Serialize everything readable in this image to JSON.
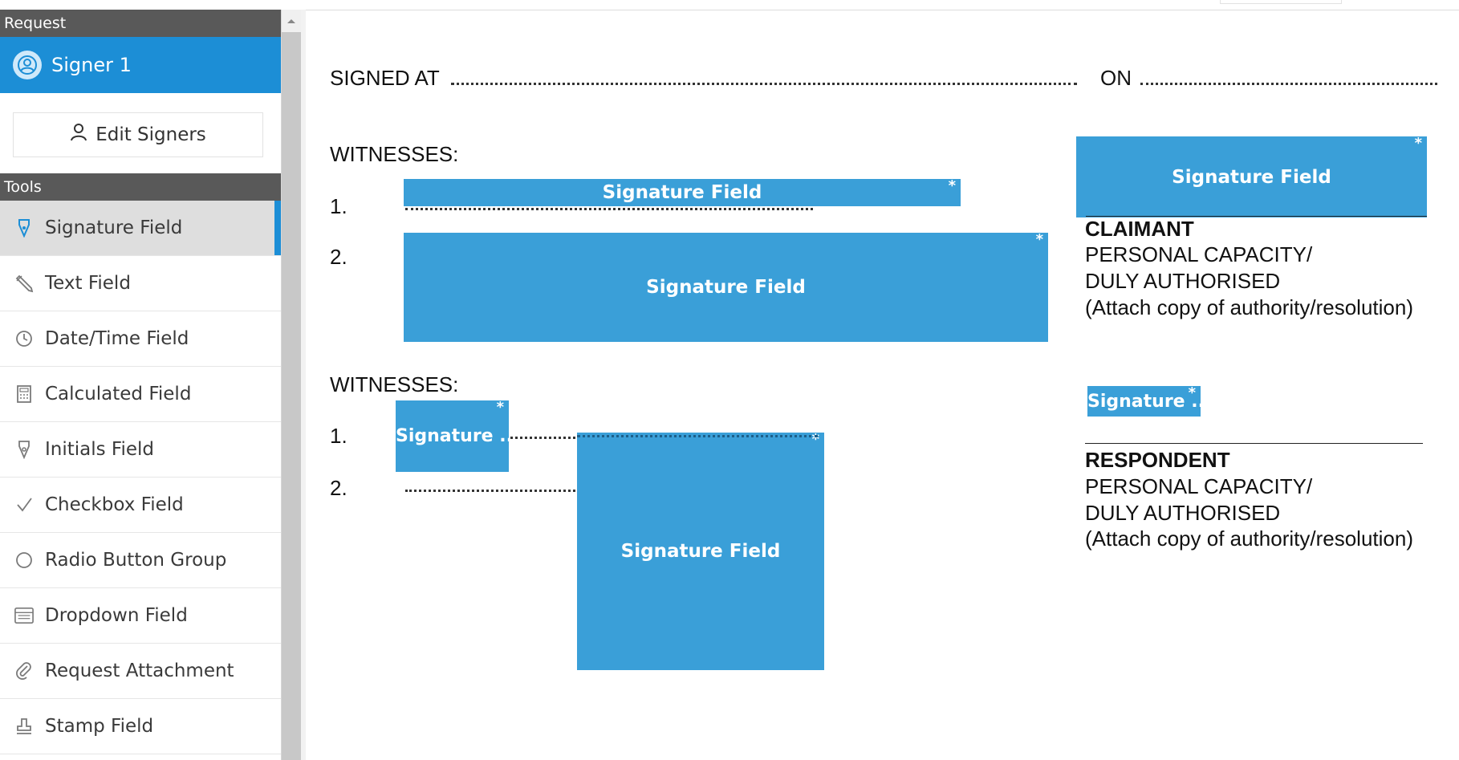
{
  "sidebar": {
    "request_header": "Request",
    "signer": {
      "name": "Signer 1"
    },
    "edit_signers_label": "Edit Signers",
    "tools_header": "Tools",
    "tools": [
      {
        "label": "Signature Field",
        "icon": "pen-nib-icon",
        "active": true
      },
      {
        "label": "Text Field",
        "icon": "pencil-icon",
        "active": false
      },
      {
        "label": "Date/Time Field",
        "icon": "clock-icon",
        "active": false
      },
      {
        "label": "Calculated Field",
        "icon": "calculator-icon",
        "active": false
      },
      {
        "label": "Initials Field",
        "icon": "pen-nib-icon",
        "active": false
      },
      {
        "label": "Checkbox Field",
        "icon": "checkmark-icon",
        "active": false
      },
      {
        "label": "Radio Button Group",
        "icon": "circle-icon",
        "active": false
      },
      {
        "label": "Dropdown Field",
        "icon": "list-icon",
        "active": false
      },
      {
        "label": "Request Attachment",
        "icon": "paperclip-icon",
        "active": false
      },
      {
        "label": "Stamp Field",
        "icon": "stamp-icon",
        "active": false
      }
    ]
  },
  "document": {
    "signed_at": "SIGNED AT",
    "on": "ON",
    "witnesses_1": "WITNESSES:",
    "witnesses_2": "WITNESSES:",
    "num_1": "1.",
    "num_2": "2.",
    "claimant": {
      "title": "CLAIMANT",
      "line1": "PERSONAL CAPACITY/",
      "line2": "DULY AUTHORISED",
      "line3": "(Attach copy of authority/resolution)"
    },
    "respondent": {
      "title": "RESPONDENT",
      "line1": "PERSONAL CAPACITY/",
      "line2": "DULY AUTHORISED",
      "line3": "(Attach copy of authority/resolution)"
    },
    "fields": {
      "witness1_sig1": "Signature Field",
      "witness1_sig2": "Signature Field",
      "claimant_sig": "Signature Field",
      "witness2_sig1": "Signature ...",
      "witness2_sig2": "Signature Field",
      "respondent_sig": "Signature ...",
      "required_marker": "*"
    }
  },
  "colors": {
    "accent": "#1c8ed6",
    "field": "#3a9fd8",
    "header": "#595959"
  }
}
